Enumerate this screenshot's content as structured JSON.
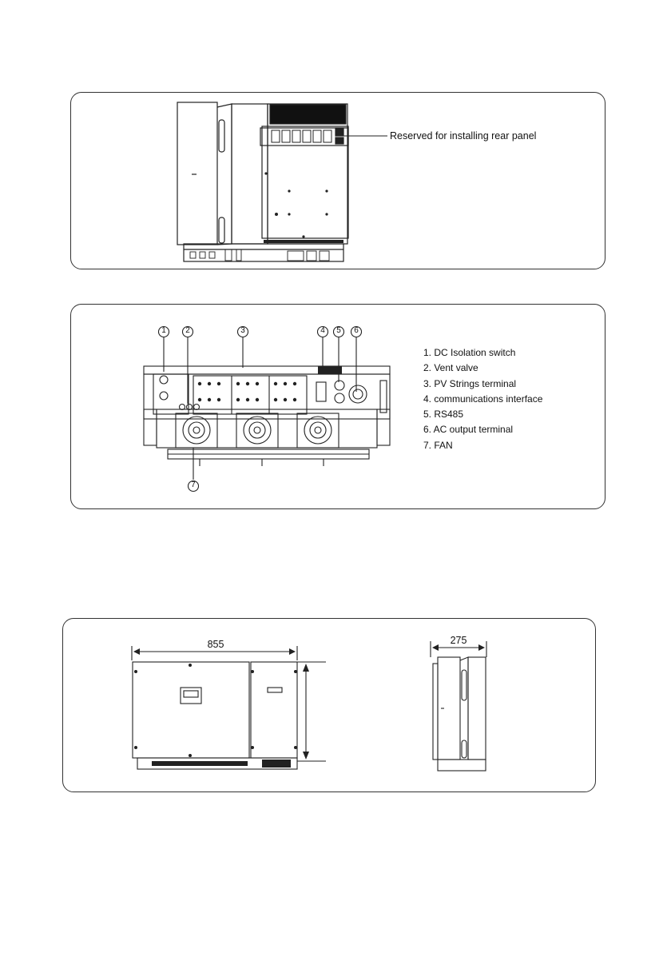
{
  "rear_view": {
    "callout": "Reserved for installing rear panel"
  },
  "bottom_view": {
    "markers": [
      "1",
      "2",
      "3",
      "4",
      "5",
      "6",
      "7"
    ],
    "legend": [
      "1. DC Isolation switch",
      "2. Vent valve",
      "3. PV Strings terminal",
      "4. communications interface",
      "5. RS485",
      "6. AC output terminal",
      "7. FAN"
    ]
  },
  "dimensions": {
    "width": "855",
    "depth": "275"
  }
}
